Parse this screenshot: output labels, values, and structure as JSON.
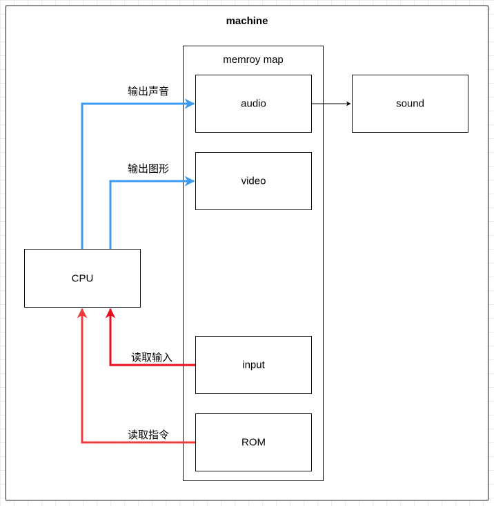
{
  "diagram": {
    "title": "machine",
    "memory_map": {
      "title": "memroy map",
      "items": [
        {
          "id": "audio",
          "label": "audio"
        },
        {
          "id": "video",
          "label": "video"
        },
        {
          "id": "input",
          "label": "input"
        },
        {
          "id": "rom",
          "label": "ROM"
        }
      ]
    },
    "cpu": {
      "label": "CPU"
    },
    "sound": {
      "label": "sound"
    },
    "edges": [
      {
        "from": "cpu",
        "to": "audio",
        "label": "输出声音",
        "color": "#3d9bef"
      },
      {
        "from": "cpu",
        "to": "video",
        "label": "输出图形",
        "color": "#3d9bef"
      },
      {
        "from": "input",
        "to": "cpu",
        "label": "读取输入",
        "color": "#e8101c"
      },
      {
        "from": "rom",
        "to": "cpu",
        "label": "读取指令",
        "color": "#ef3b3d"
      },
      {
        "from": "audio",
        "to": "sound",
        "label": "",
        "color": "#000000"
      }
    ]
  }
}
